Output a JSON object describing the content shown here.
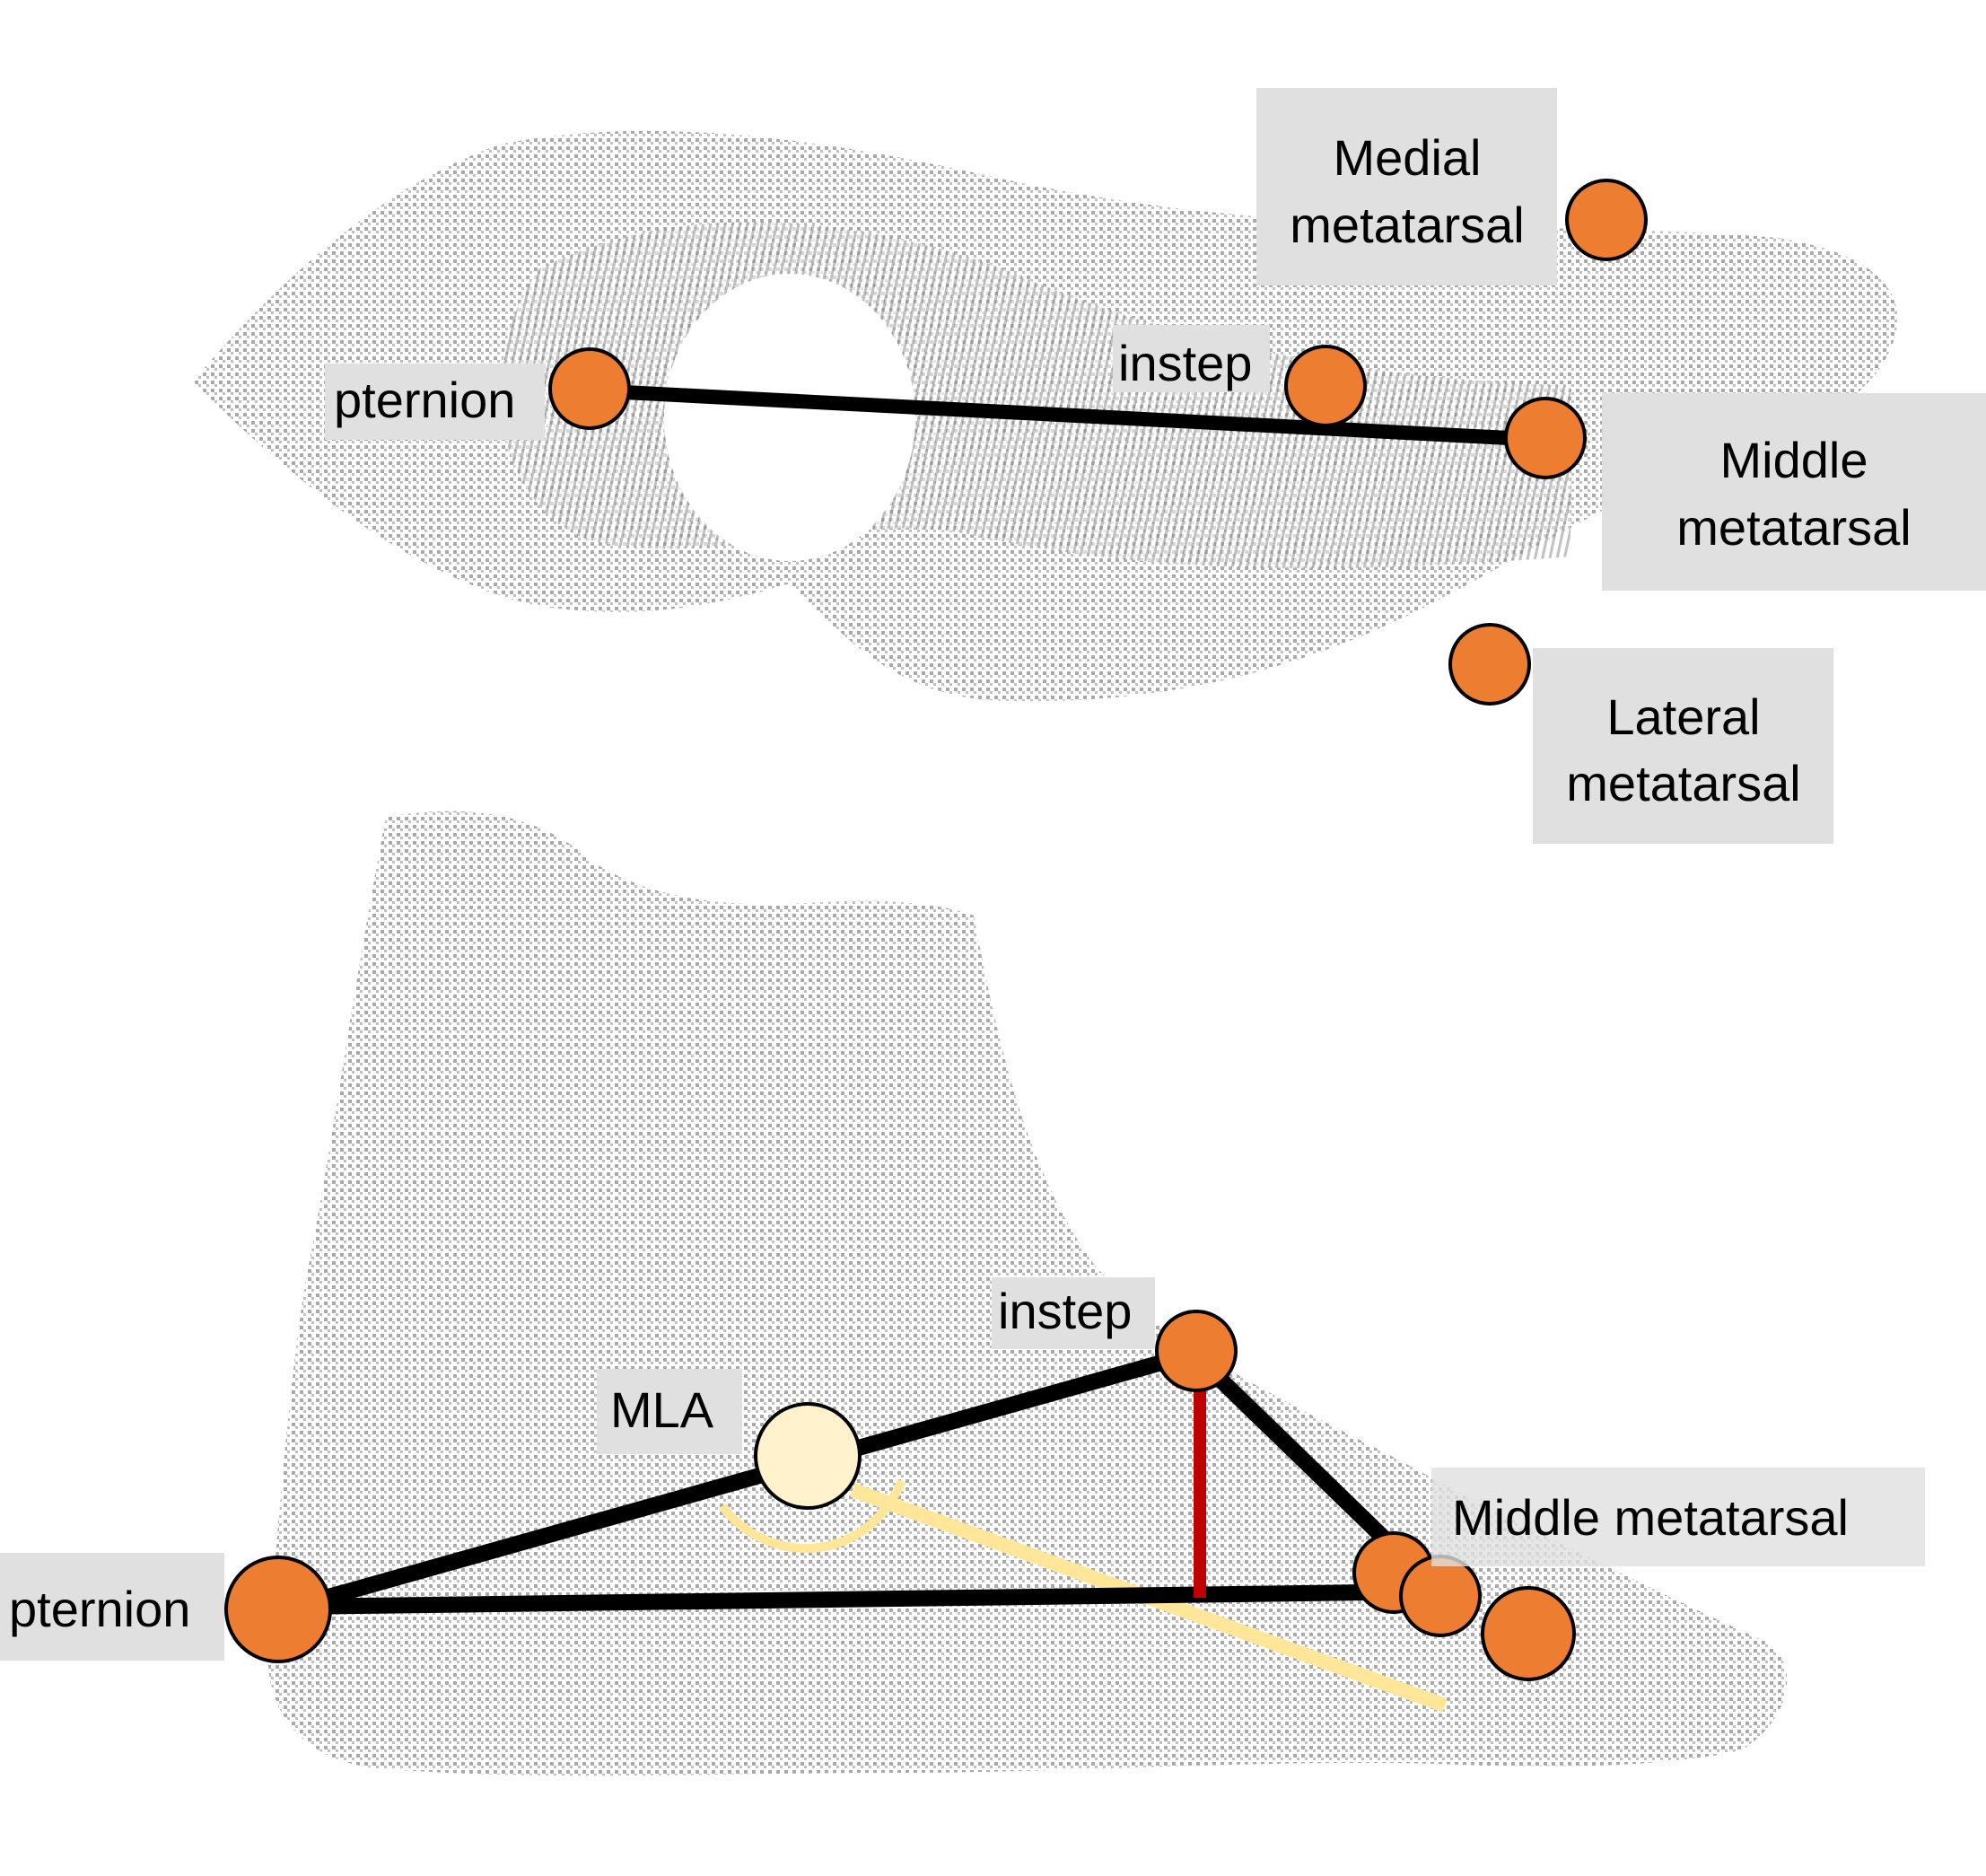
{
  "colors": {
    "landmark_fill": "#ed7d31",
    "mla_fill": "#fff2cc",
    "foot_cloud": "#9a9a9a",
    "label_background": "#e0e0e0",
    "connector_line": "#000000",
    "arch_height_line": "#c00000",
    "arch_reference": "#ffe699"
  },
  "top_view": {
    "labels": {
      "pternion": "pternion",
      "instep": "instep",
      "medial_line1": "Medial",
      "medial_line2": "metatarsal",
      "middle_line1": "Middle",
      "middle_line2": "metatarsal",
      "lateral_line1": "Lateral",
      "lateral_line2": "metatarsal"
    }
  },
  "side_view": {
    "labels": {
      "pternion": "pternion",
      "instep": "instep",
      "mla": "MLA",
      "middle_metatarsal": "Middle metatarsal"
    }
  }
}
